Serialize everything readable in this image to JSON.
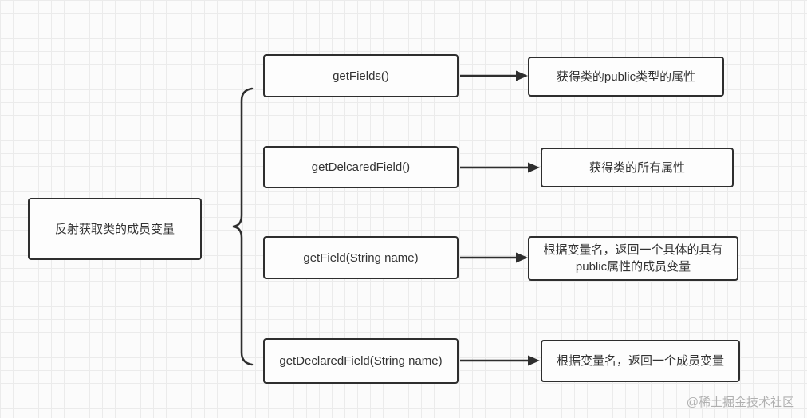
{
  "root": {
    "label": "反射获取类的成员变量"
  },
  "rows": [
    {
      "method": "getFields()",
      "description": "获得类的public类型的属性"
    },
    {
      "method": "getDelcaredField()",
      "description": "获得类的所有属性"
    },
    {
      "method": "getField(String name)",
      "description": "根据变量名，返回一个具体的具有public属性的成员变量"
    },
    {
      "method": "getDeclaredField(String name)",
      "description": "根据变量名，返回一个成员变量"
    }
  ],
  "watermark": "@稀土掘金技术社区",
  "colors": {
    "stroke": "#2e2e2e",
    "grid": "#ebebeb",
    "text": "#333333",
    "watermark": "#b0b0b0",
    "node_background": "#fdfdfd",
    "canvas_background": "#fbfbfb"
  }
}
